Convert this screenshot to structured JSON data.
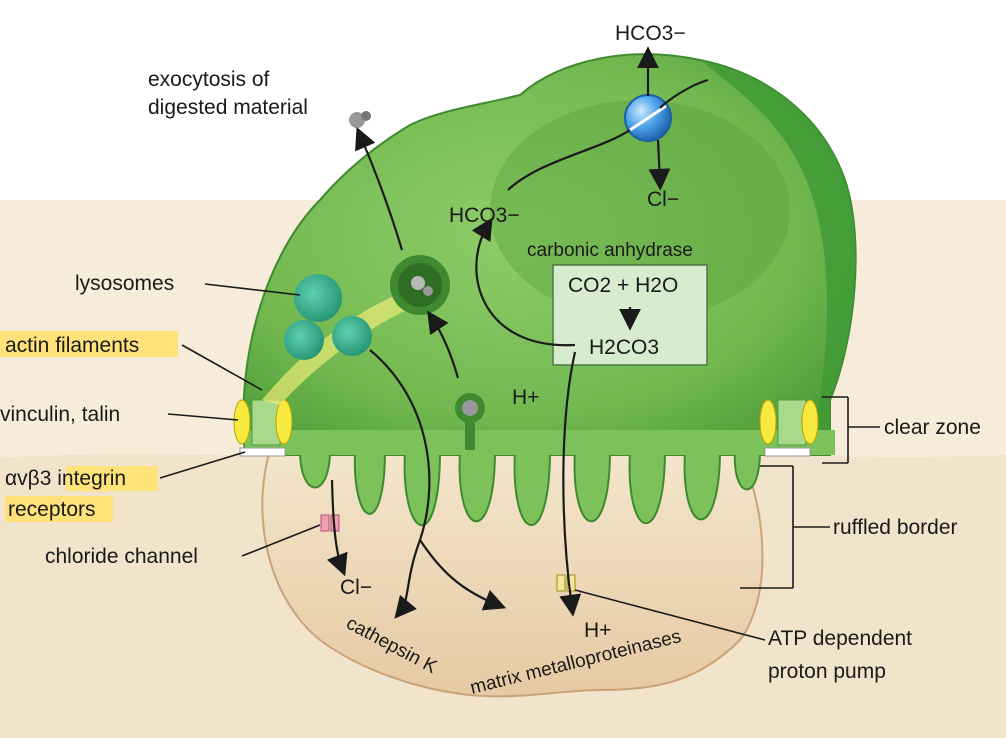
{
  "labels": {
    "bicarbonate_out": "HCO3−",
    "exocytosis_line1": "exocytosis of",
    "exocytosis_line2": "digested material",
    "bicarbonate_in": "HCO3−",
    "chloride_in": "Cl−",
    "carbonic_anhydrase": "carbonic anhydrase",
    "reaction_top": "CO2 + H2O",
    "reaction_bottom": "H2CO3",
    "lysosomes": "lysosomes",
    "actin_filaments": "actin filaments",
    "proton_cell": "H+",
    "vinculin_talin": "vinculin, talin",
    "clear_zone": "clear zone",
    "integrin_line1": "αvβ3 integrin",
    "integrin_line2": "receptors",
    "ruffled_border": "ruffled border",
    "chloride_channel": "chloride channel",
    "chloride_out": "Cl−",
    "proton_out": "H+",
    "atp_line1": "ATP dependent",
    "atp_line2": "proton pump",
    "cathepsin": "cathepsin K",
    "mmp": "matrix metalloproteinases"
  },
  "colors": {
    "cell_green": "#7dc15b",
    "cell_dark": "#3f9a36",
    "bone": "#e8c9a4",
    "highlight": "#ffe27a",
    "exchanger_blue": "#4aa3e8",
    "lysosome": "#35b08f"
  }
}
